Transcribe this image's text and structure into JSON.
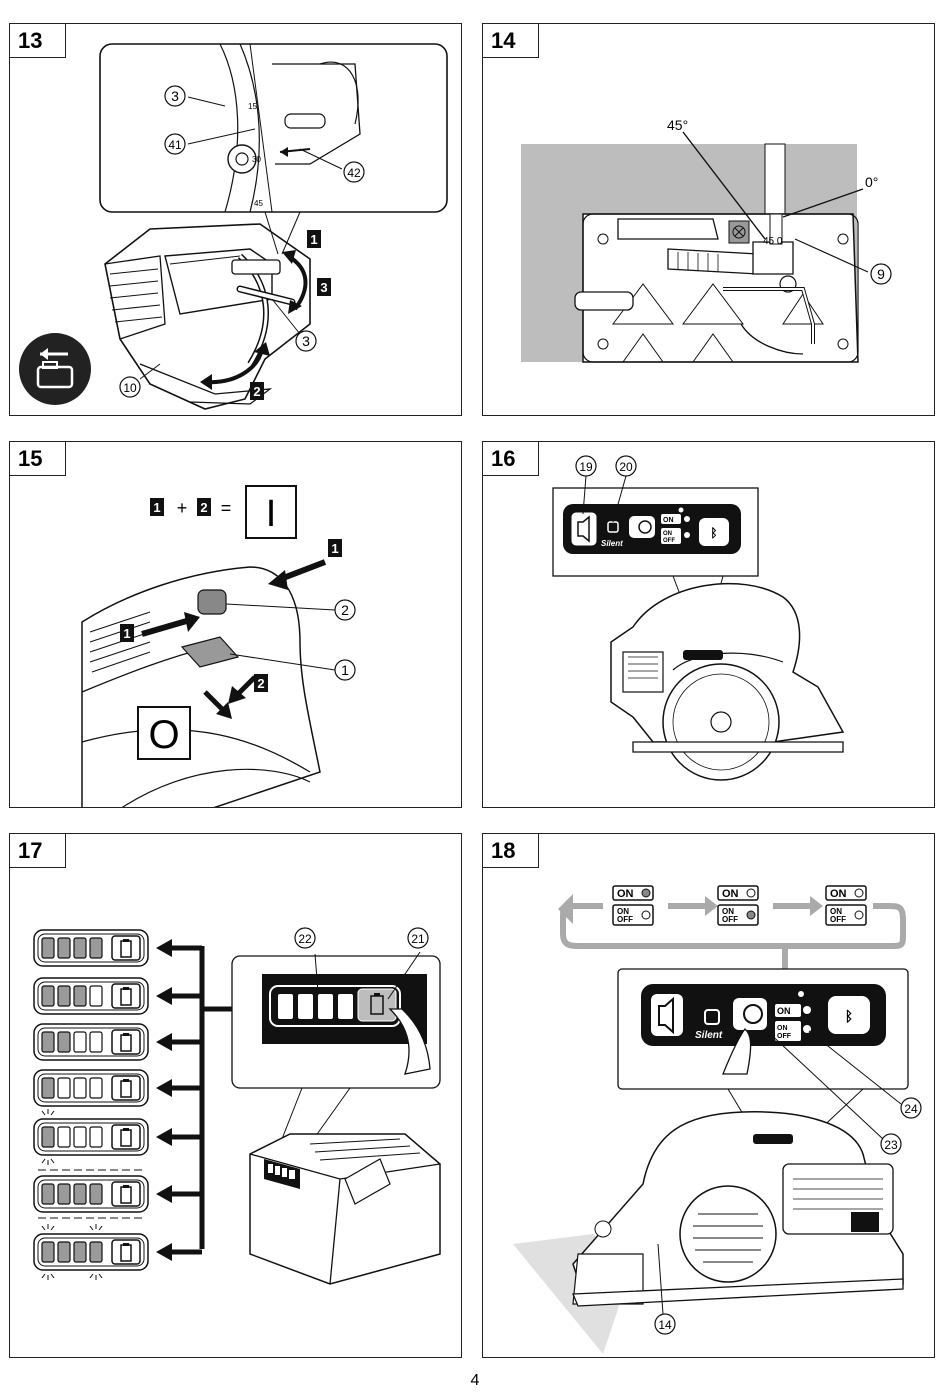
{
  "page_number": "4",
  "figures": [
    {
      "id": "13",
      "callouts": [
        "3",
        "41",
        "42",
        "10",
        "3"
      ],
      "steps": [
        "1",
        "3",
        "2"
      ],
      "scale_labels": [
        "15",
        "30",
        "45"
      ]
    },
    {
      "id": "14",
      "angles": [
        "45°",
        "0°"
      ],
      "scale_text": "45 0",
      "callouts": [
        "9"
      ]
    },
    {
      "id": "15",
      "equation": {
        "a": "1",
        "plus": "+",
        "b": "2",
        "eq": "=",
        "result": "I"
      },
      "off_symbol": "O",
      "steps": [
        "1",
        "1",
        "2"
      ],
      "callouts": [
        "2",
        "1"
      ]
    },
    {
      "id": "16",
      "callouts": [
        "19",
        "20"
      ],
      "panel_labels": {
        "silent": "Silent",
        "on": "ON",
        "on_off_top": "ON",
        "on_off_bottom": "OFF"
      }
    },
    {
      "id": "17",
      "callouts": [
        "22",
        "21"
      ],
      "battery_levels": [
        4,
        3,
        2,
        1,
        1,
        4,
        4
      ],
      "blink_modes": [
        "none",
        "none",
        "none",
        "none",
        "single",
        "all",
        "pair"
      ]
    },
    {
      "id": "18",
      "sequence": [
        {
          "on": "ON",
          "onoff_top": "ON",
          "onoff_bottom": "OFF"
        },
        {
          "on": "ON",
          "onoff_top": "ON",
          "onoff_bottom": "OFF"
        },
        {
          "on": "ON",
          "onoff_top": "ON",
          "onoff_bottom": "OFF"
        }
      ],
      "panel_labels": {
        "silent": "Silent",
        "on": "ON",
        "on_off_top": "ON",
        "on_off_bottom": "OFF"
      },
      "callouts": [
        "24",
        "23",
        "14"
      ]
    }
  ]
}
